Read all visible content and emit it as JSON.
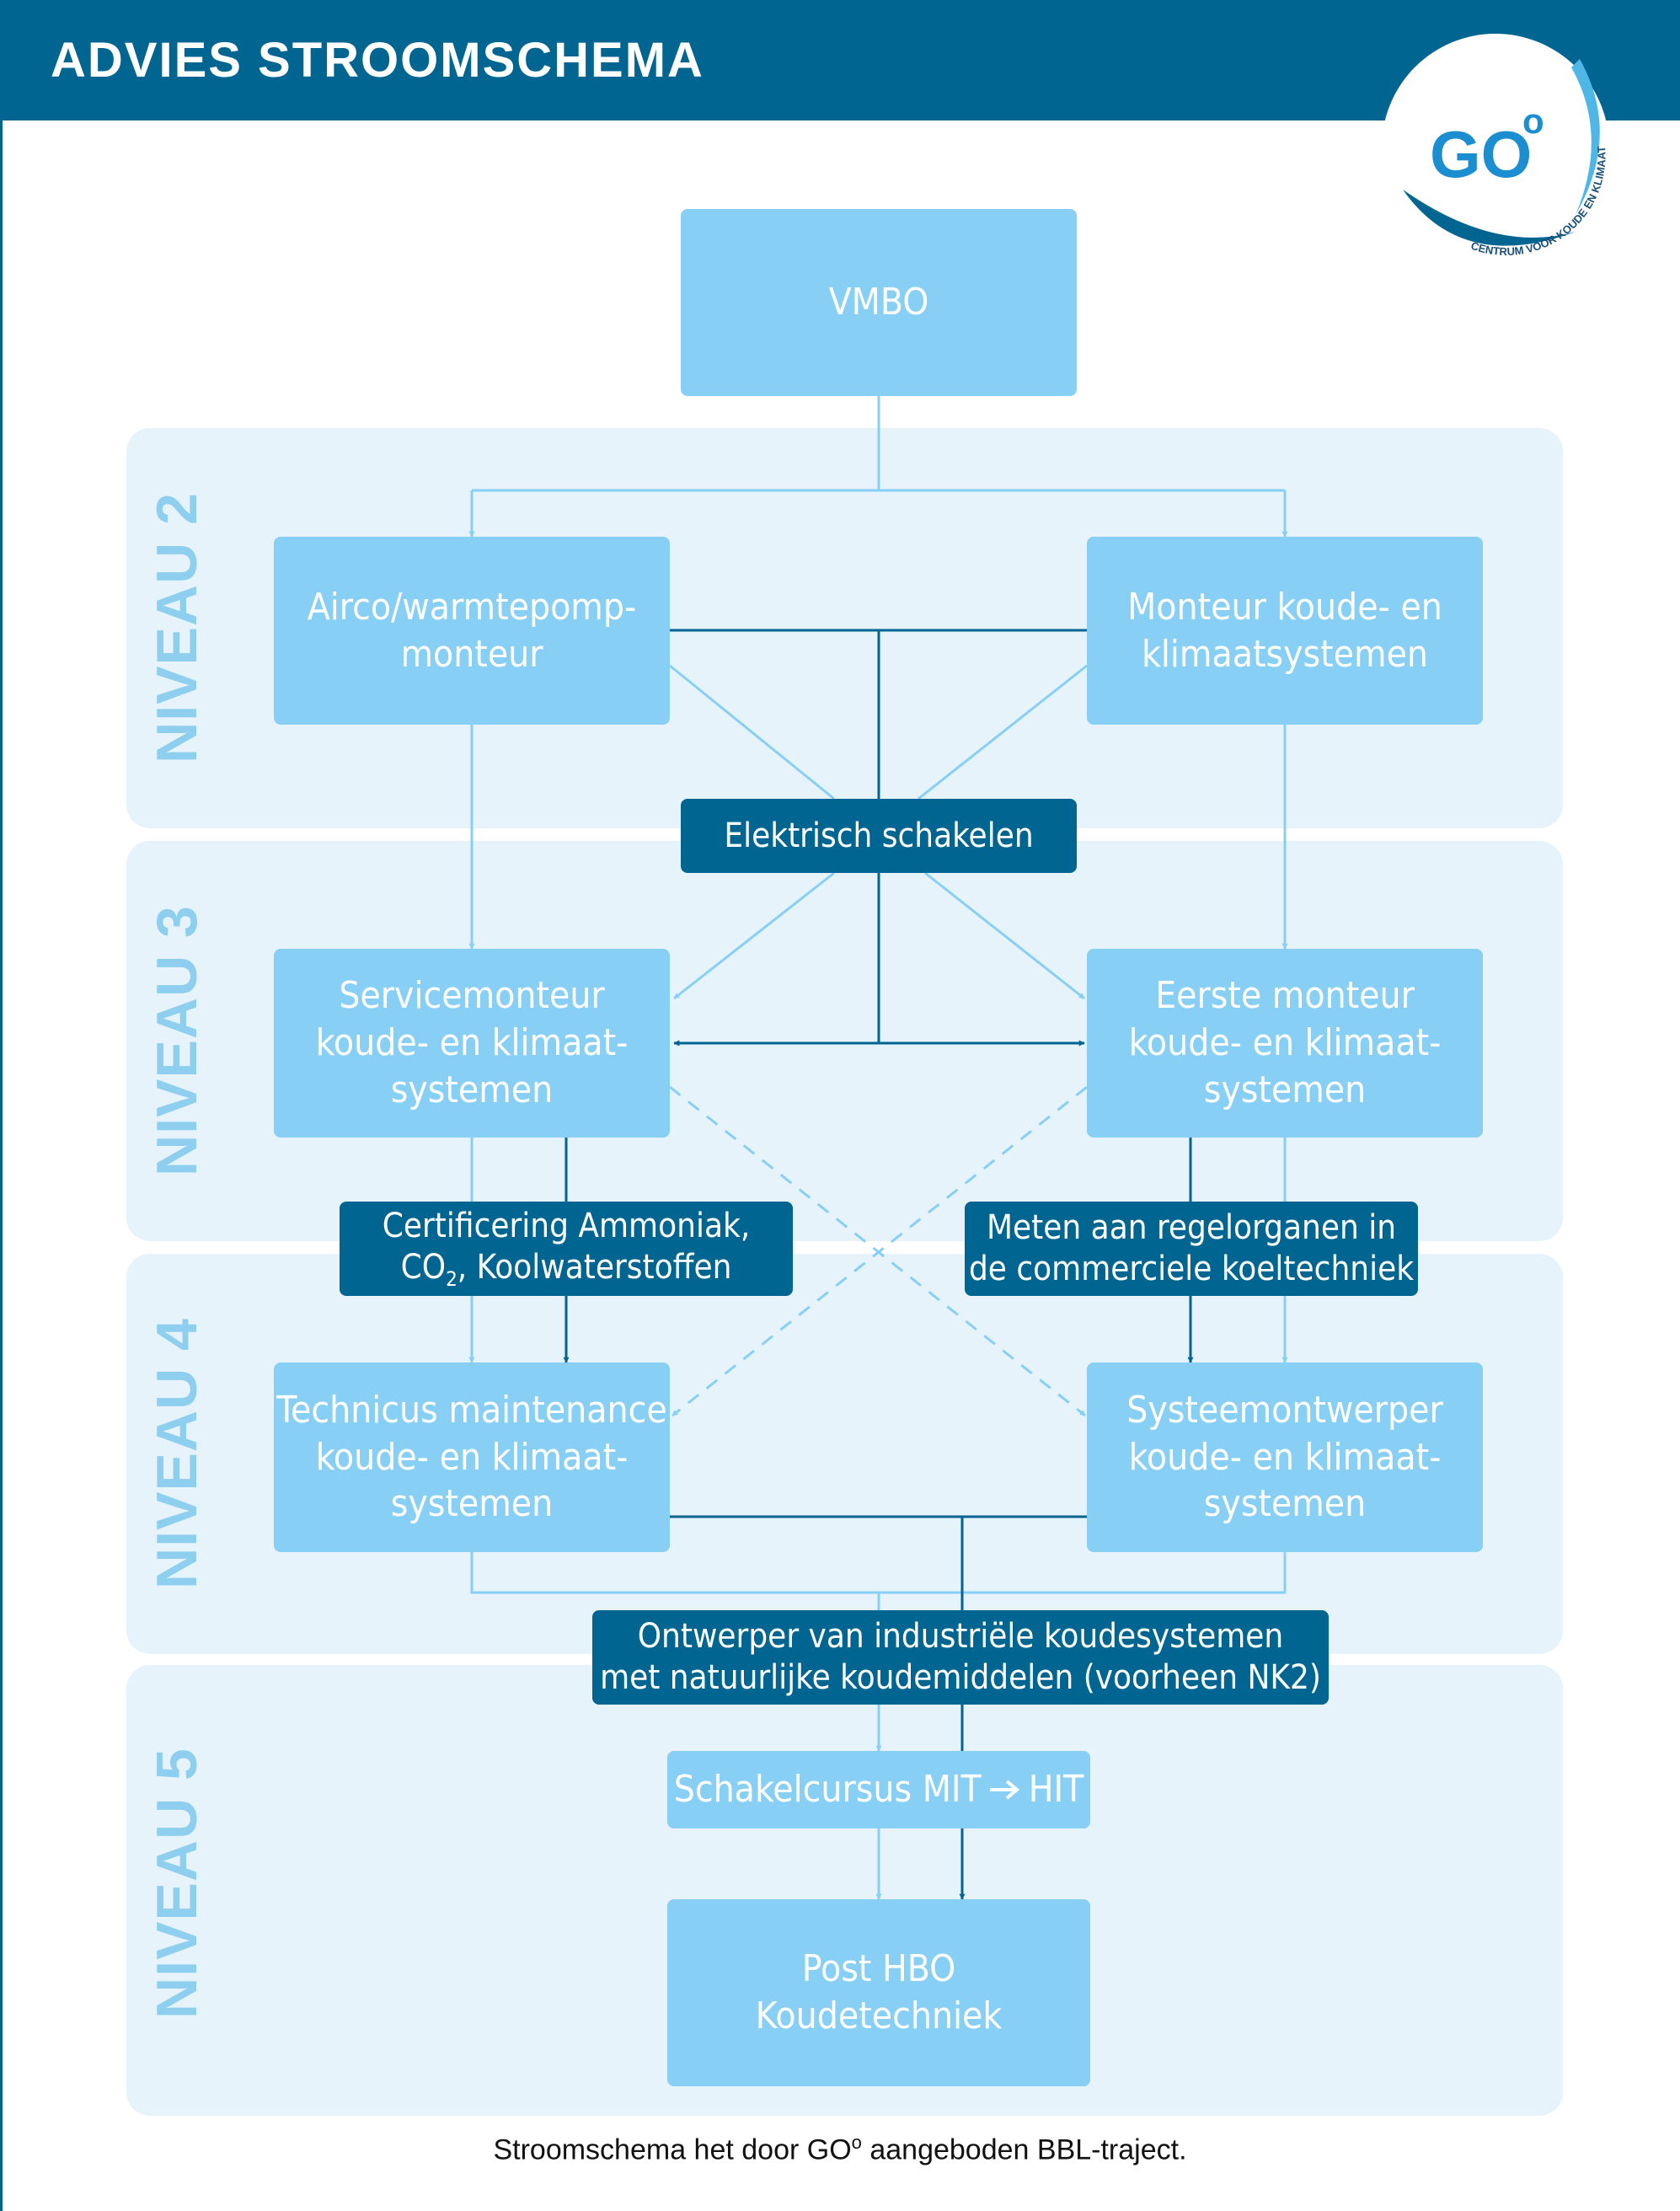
{
  "header": {
    "title": "ADVIES STROOMSCHEMA"
  },
  "logo": {
    "mark": "GO",
    "degree": "o",
    "tagline": "CENTRUM VOOR KOUDE EN KLIMAAT"
  },
  "levels": [
    "NIVEAU 2",
    "NIVEAU 3",
    "NIVEAU 4",
    "NIVEAU 5"
  ],
  "boxes": {
    "vmbo": "VMBO",
    "airco": "Airco/warmtepomp-\nmonteur",
    "monteur": "Monteur koude- en\nklimaatsystemen",
    "elektrisch": "Elektrisch schakelen",
    "servicemonteur": "Servicemonteur\nkoude- en klimaat-\nsystemen",
    "eerste_monteur": "Eerste monteur\nkoude- en klimaat-\nsystemen",
    "cert_line1": "Certificering Ammoniak,",
    "cert_line2_co": "CO",
    "cert_line2_sub": "2",
    "cert_line2_rest": ", Koolwaterstoffen",
    "meten": "Meten aan regelorganen in\nde commerciele koeltechniek",
    "technicus": "Technicus maintenance\nkoude- en klimaat-\nsystemen",
    "systeem": "Systeemontwerper\nkoude- en klimaat-\nsystemen",
    "ontwerper": "Ontwerper van industriële koudesystemen\nmet natuurlijke koudemiddelen (voorheen NK2)",
    "schakel_a": "Schakelcursus MIT",
    "schakel_b": "HIT",
    "post_hbo": "Post HBO\nKoudetechniek"
  },
  "caption": {
    "before": "Stroomschema het door GO",
    "sup": "o",
    "after": " aangeboden BBL-traject."
  },
  "colors": {
    "header": "#006590",
    "light_box": "#88cff5",
    "dark_box": "#006590",
    "level_bg": "#e6f3fb",
    "level_label": "#8ecfef"
  }
}
